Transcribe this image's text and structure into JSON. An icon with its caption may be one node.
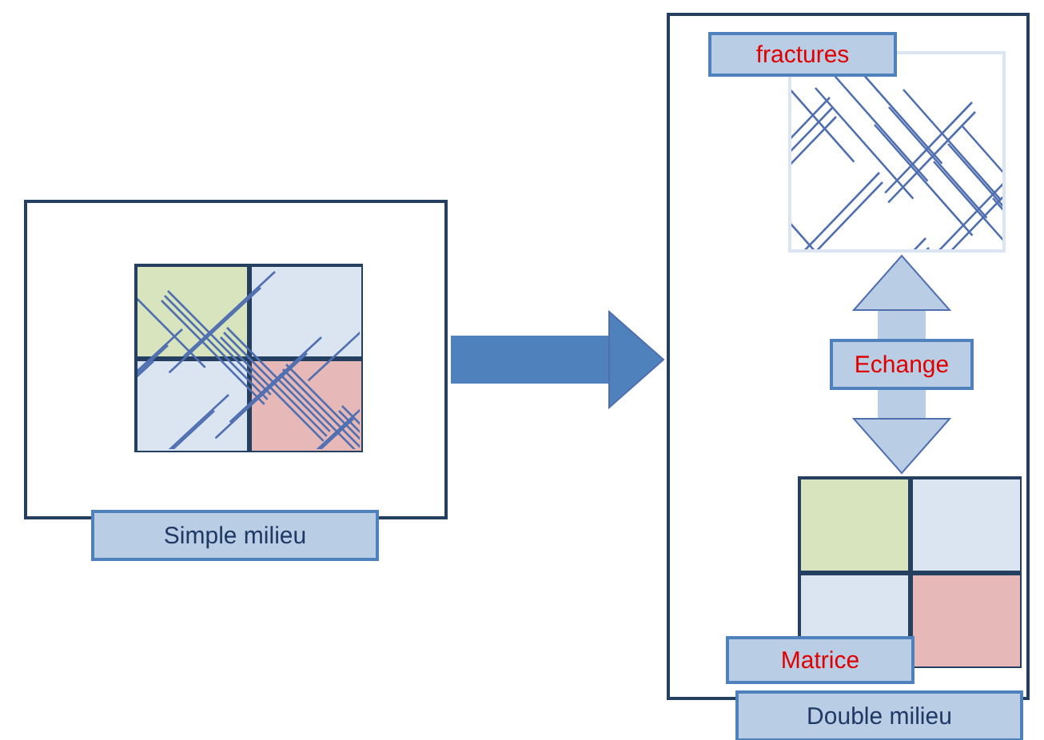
{
  "diagram": {
    "nodes": [
      {
        "text": [
          "Simple milieu"
        ]
      },
      {
        "text": [
          "Double milieu"
        ]
      },
      {
        "text": [
          "fractures"
        ],
        "in": 1
      },
      {
        "text": [
          "Matrice"
        ],
        "in": 1
      }
    ],
    "edges": [
      {
        "from": 0,
        "to": 1,
        "arrow": "to",
        "color": "#4f81bd"
      },
      {
        "from": 2,
        "to": 3,
        "arrow": "both",
        "color": "#b9cde5",
        "label": "Echange"
      }
    ]
  }
}
